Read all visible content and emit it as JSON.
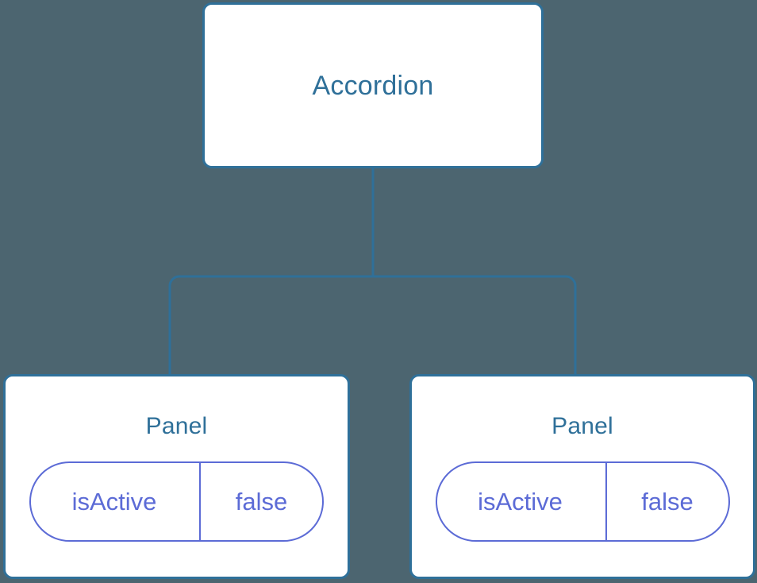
{
  "diagram": {
    "type": "component-tree",
    "background_color": "#4c6570",
    "node_border_color": "#2f7099",
    "node_text_color": "#2f7099",
    "pill_color": "#5c6bd6",
    "edge_color": "#2f7099"
  },
  "root": {
    "label": "Accordion"
  },
  "children": [
    {
      "label": "Panel",
      "state": {
        "key": "isActive",
        "value": "false"
      }
    },
    {
      "label": "Panel",
      "state": {
        "key": "isActive",
        "value": "false"
      }
    }
  ]
}
